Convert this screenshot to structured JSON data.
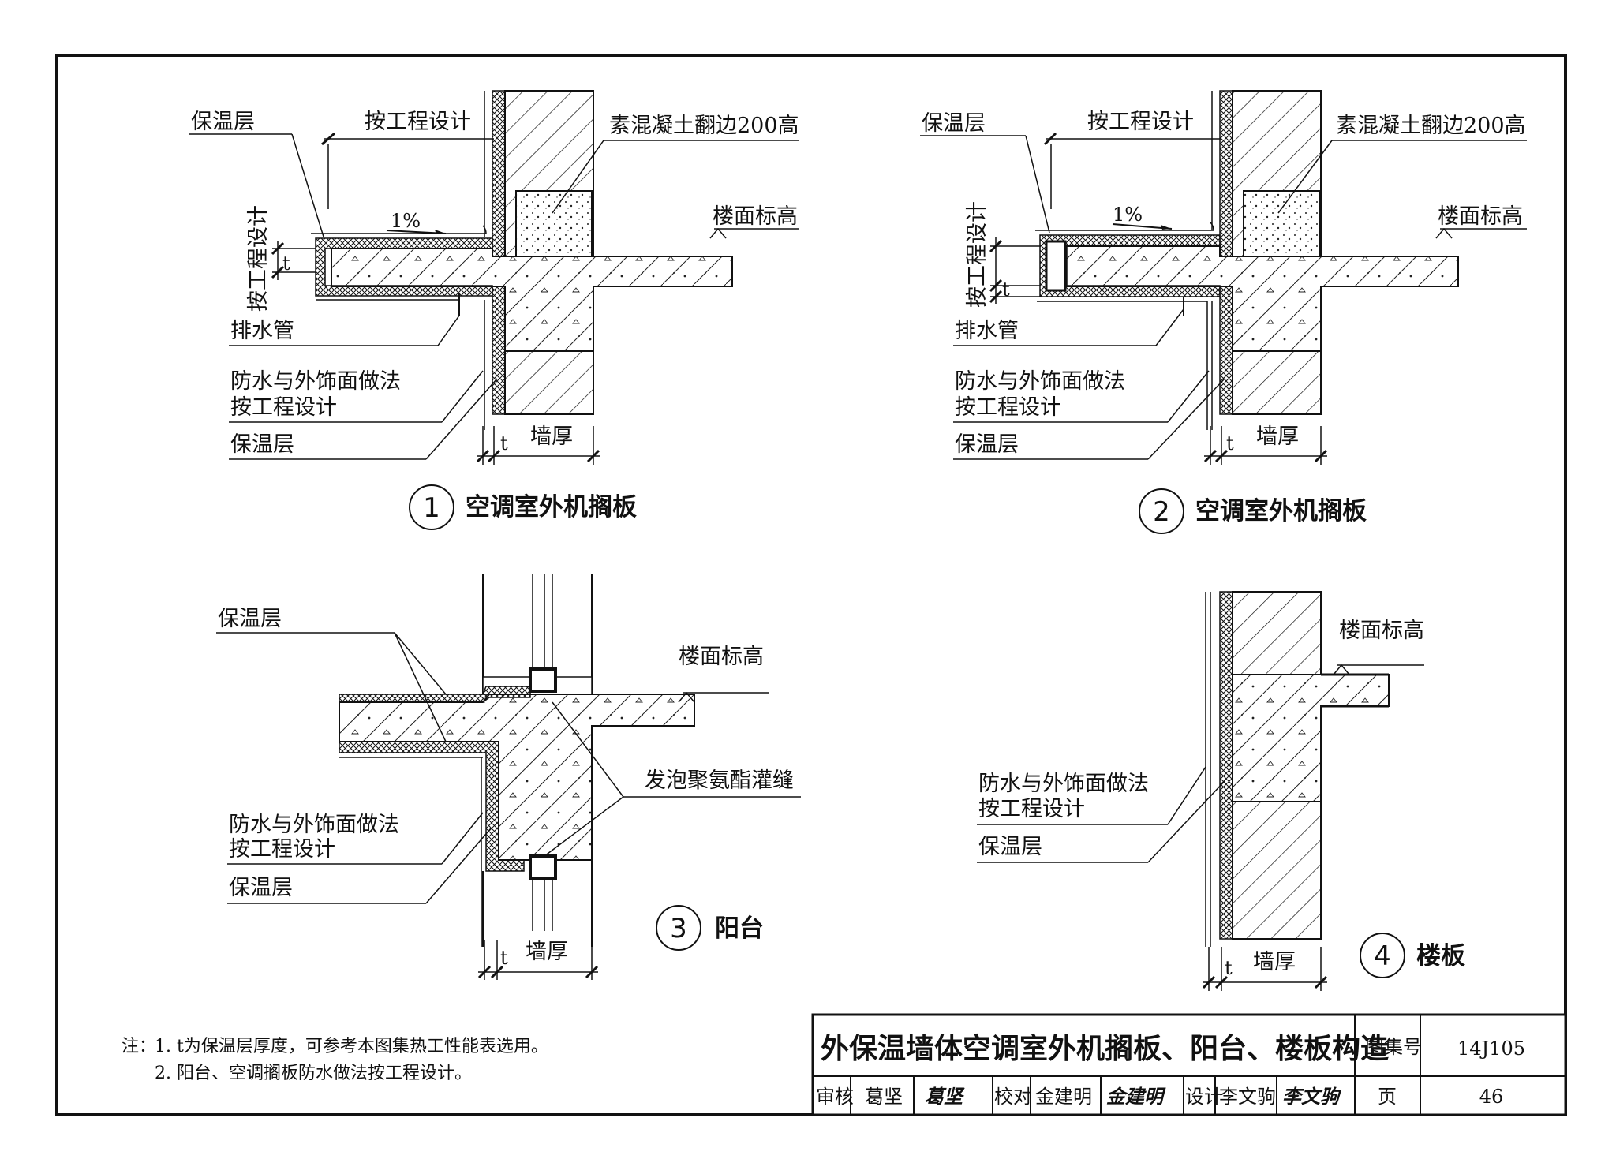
{
  "details": [
    {
      "number": "1",
      "title": "空调室外机搁板",
      "labels": {
        "insulation_top": "保温层",
        "by_design_top": "按工程设计",
        "plain_concrete": "素混凝土翻边200高",
        "slope": "1%",
        "floor_level": "楼面标高",
        "by_design_vertical": "按工程设计",
        "t_small": "t",
        "drain_pipe": "排水管",
        "waterproof_line1": "防水与外饰面做法",
        "waterproof_line2": "按工程设计",
        "insulation_bottom": "保温层",
        "dim_t": "t",
        "dim_wall": "墙厚"
      }
    },
    {
      "number": "2",
      "title": "空调室外机搁板",
      "labels": {
        "insulation_top": "保温层",
        "by_design_top": "按工程设计",
        "plain_concrete": "素混凝土翻边200高",
        "slope": "1%",
        "floor_level": "楼面标高",
        "by_design_vertical": "按工程设计",
        "t_small": "t",
        "drain_pipe": "排水管",
        "waterproof_line1": "防水与外饰面做法",
        "waterproof_line2": "按工程设计",
        "insulation_bottom": "保温层",
        "dim_t": "t",
        "dim_wall": "墙厚"
      }
    },
    {
      "number": "3",
      "title": "阳台",
      "labels": {
        "insulation_top": "保温层",
        "floor_level": "楼面标高",
        "foam_joint": "发泡聚氨酯灌缝",
        "waterproof_line1": "防水与外饰面做法",
        "waterproof_line2": "按工程设计",
        "insulation_bottom": "保温层",
        "dim_t": "t",
        "dim_wall": "墙厚"
      }
    },
    {
      "number": "4",
      "title": "楼板",
      "labels": {
        "floor_level": "楼面标高",
        "waterproof_line1": "防水与外饰面做法",
        "waterproof_line2": "按工程设计",
        "insulation_bottom": "保温层",
        "dim_t": "t",
        "dim_wall": "墙厚"
      }
    }
  ],
  "notes": {
    "prefix": "注：",
    "line1": "1. t为保温层厚度，可参考本图集热工性能表选用。",
    "line2": "2. 阳台、空调搁板防水做法按工程设计。"
  },
  "title_block": {
    "title": "外保温墙体空调室外机搁板、阳台、楼板构造",
    "atlas_label": "图集号",
    "atlas_value": "14J105",
    "review_label": "审核",
    "review_name": "葛坚",
    "review_sig": "葛坚",
    "check_label": "校对",
    "check_name": "金建明",
    "check_sig": "金建明",
    "design_label": "设计",
    "design_name": "李文驹",
    "design_sig": "李文驹",
    "page_label": "页",
    "page_value": "46"
  }
}
